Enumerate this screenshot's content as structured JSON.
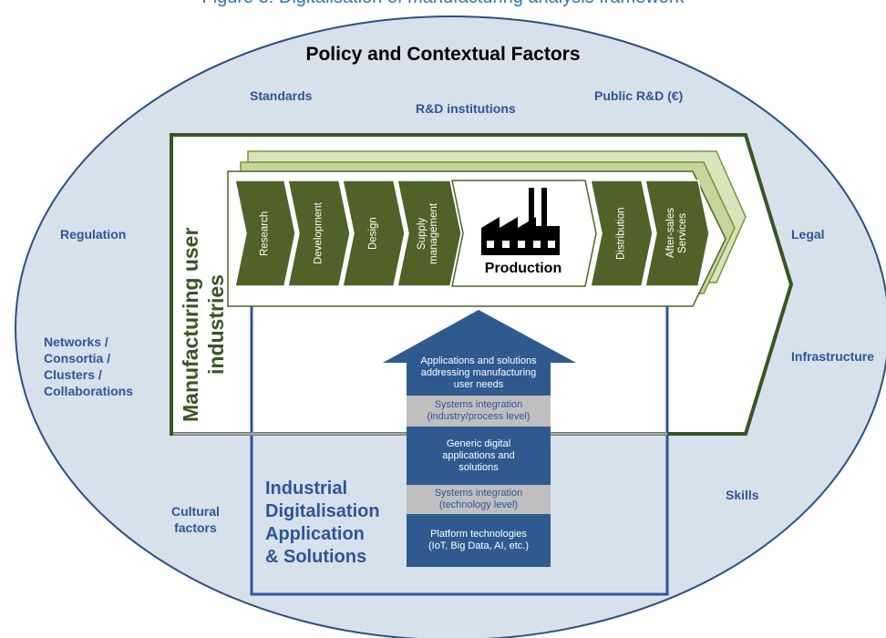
{
  "caption": "Figure 3: Digitalisation of manufacturing analysis framework",
  "title": "Policy and Contextual Factors",
  "context_factors": {
    "standards": "Standards",
    "rd_institutions": "R&D institutions",
    "public_rd": "Public R&D (€)",
    "regulation": "Regulation",
    "legal": "Legal",
    "networks": "Networks /\nConsortia /\nClusters /\nCollaborations",
    "infrastructure": "Infrastructure",
    "cultural": "Cultural\nfactors",
    "skills": "Skills"
  },
  "manufacturing_label": "Manufacturing user\nindustries",
  "value_chain": {
    "research": "Research",
    "development": "Development",
    "design": "Design",
    "supply": "Supply\nmanagement",
    "production": "Production",
    "distribution": "Distribution",
    "after_sales": "After-sales\nServices"
  },
  "digitalisation_label": "Industrial\nDigitalisation\nApplication\n& Solutions",
  "stack": {
    "applications": "Applications and solutions\naddressing manufacturing\nuser needs",
    "sys_integration_industry": "Systems integration\n(industry/process level)",
    "generic": "Generic digital\napplications and\nsolutions",
    "sys_integration_tech": "Systems integration\n(technology level)",
    "platform": "Platform technologies\n(IoT, Big Data, AI, etc.)"
  },
  "colors": {
    "ellipse_fill": "#D7E1EC",
    "context_text": "#2E5597",
    "chevron_green": "#4F6228",
    "light_green": "#D8E4BC",
    "stack_blue": "#2E5A8F",
    "stack_grey": "#BFBFBF"
  }
}
